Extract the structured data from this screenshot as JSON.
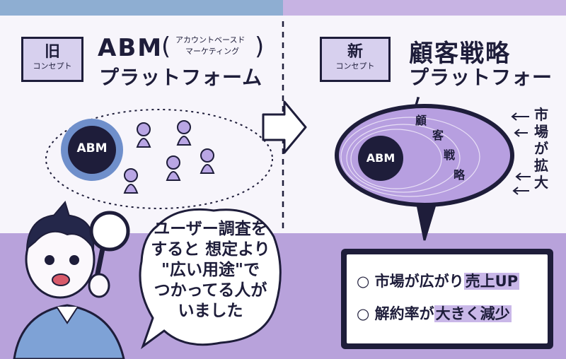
{
  "left": {
    "tag_top": "旧",
    "tag_bottom": "コンセプト",
    "title": "ABM",
    "title_note_line1": "アカウントベースド",
    "title_note_line2": "マーケティング",
    "subtitle": "プラットフォーム",
    "circle_label": "ABM"
  },
  "right": {
    "tag_top": "新",
    "tag_bottom": "コンセプト",
    "title": "顧客戦略",
    "subtitle": "プラットフォーム",
    "circle_label": "ABM",
    "ring_label_chars": [
      "顧",
      "客",
      "戦",
      "略"
    ],
    "side_label_chars": [
      "市",
      "場",
      "が",
      "拡",
      "大"
    ]
  },
  "speech": {
    "lines": [
      "ユーザー調査を",
      "すると 想定より",
      "\"広い用途\"で",
      "つかってる人が",
      "いました"
    ]
  },
  "result_box": {
    "items": [
      {
        "prefix": "市場が広がり",
        "strong": "売上UP"
      },
      {
        "prefix": "解約率が",
        "strong": "大きく減少"
      }
    ]
  },
  "colors": {
    "ink": "#1e1d3a",
    "blue_band": "#8eaed2",
    "purple_band": "#c7b3e3",
    "bottom_band": "#b8a2db",
    "ring_fill": "#b79fe0",
    "abm_halo": "#6f8fcb",
    "person": "#b9a6e4"
  }
}
